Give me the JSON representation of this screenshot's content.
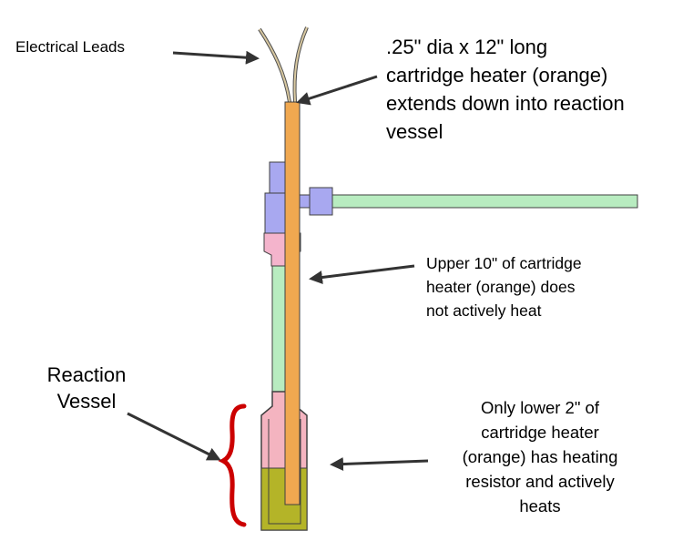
{
  "labels": {
    "electrical_leads": "Electrical Leads",
    "cartridge_heater": ".25\" dia x 12\" long\ncartridge heater (orange)\nextends down into reaction\nvessel",
    "upper_section": "Upper 10\" of cartridge\nheater (orange) does\nnot actively heat",
    "reaction_vessel": "Reaction\nVessel",
    "lower_section": "Only lower 2\" of\ncartridge heater\n(orange) has heating\nresistor and actively\nheats"
  },
  "colors": {
    "heater": "#f0a850",
    "tube": "#b8ecc0",
    "fitting": "#a8a8f0",
    "ferrule": "#f4b4cc",
    "vessel_upper": "#f4b4c0",
    "vessel_liquid": "#b4b428",
    "brace": "#cc0000",
    "arrow": "#333333",
    "outline": "#404040"
  },
  "icons": {
    "brace": "curly-brace-icon",
    "arrow": "arrow-icon"
  }
}
